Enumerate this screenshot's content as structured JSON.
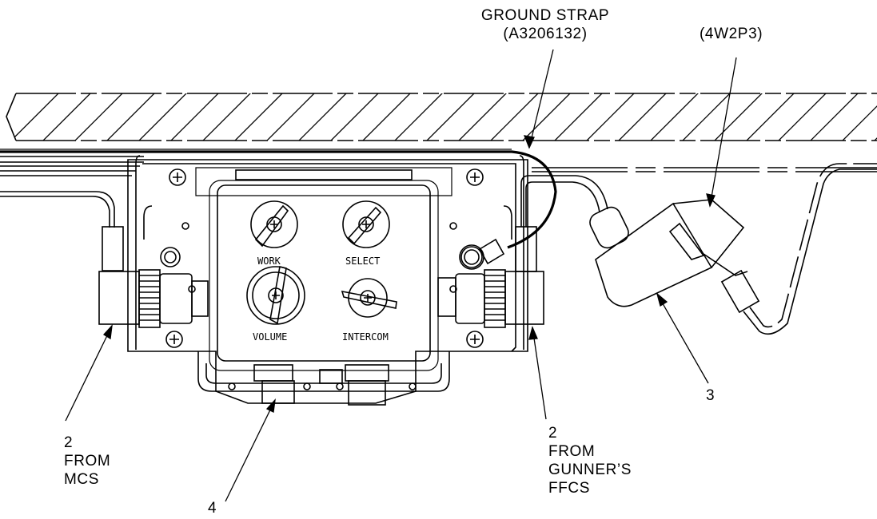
{
  "callouts": {
    "ground_strap": {
      "line1": "GROUND STRAP",
      "line2": "(A3206132)"
    },
    "connector_ref": "(4W2P3)",
    "item_3": "3",
    "item_2_left": {
      "num": "2",
      "line1": "FROM",
      "line2": "MCS"
    },
    "item_2_right": {
      "num": "2",
      "line1": "FROM",
      "line2": "GUNNER’S",
      "line3": "FFCS"
    },
    "item_4": "4"
  },
  "panel": {
    "labels": {
      "work": "WORK",
      "select": "SELECT",
      "volume": "VOLUME",
      "intercom": "INTERCOM"
    }
  }
}
